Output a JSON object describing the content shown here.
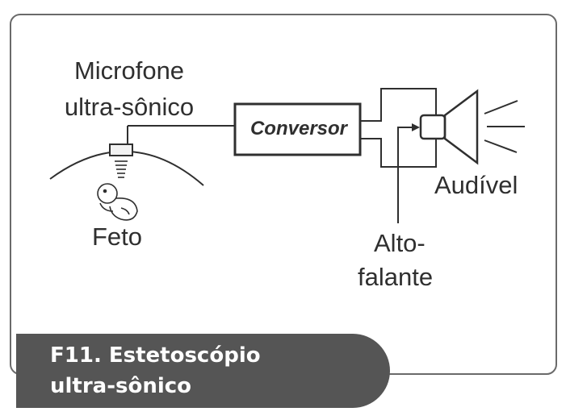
{
  "labels": {
    "microfone_line1": "Microfone",
    "microfone_line2": "ultra-sônico",
    "conversor": "Conversor",
    "feto": "Feto",
    "audivel": "Audível",
    "alto_line1": "Alto-",
    "alto_line2": "falante"
  },
  "caption": {
    "text": "F11. Estetoscópio\nultra-sônico"
  },
  "colors": {
    "ink": "#2f2f2f",
    "frame": "#6a6a6a",
    "caption_bg": "#555555",
    "caption_text": "#ffffff"
  }
}
